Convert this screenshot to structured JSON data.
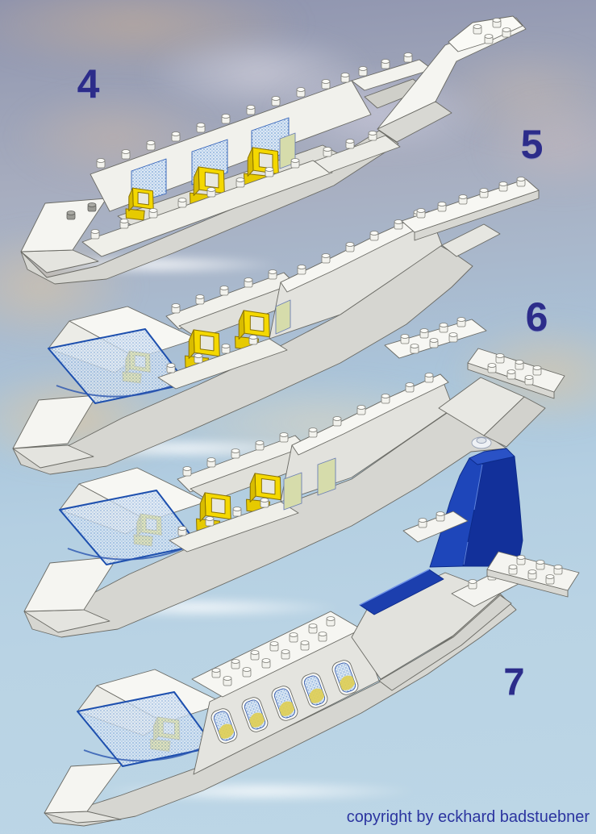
{
  "steps": [
    {
      "number": "4"
    },
    {
      "number": "5"
    },
    {
      "number": "6"
    },
    {
      "number": "7"
    }
  ],
  "footer": {
    "copyright": "copyright by eckhard badstuebner"
  },
  "colors": {
    "sky_top": "#8e93ae",
    "sky_bottom": "#bcd6e6",
    "cloud_orange": "#ecc694",
    "step_number": "#2c2c8a",
    "copyright_text": "#2c35a0",
    "brick_white": "#f5f5f1",
    "brick_light_gray": "#e4e4df",
    "brick_mid_gray": "#d6d6d1",
    "seat_yellow": "#f4d800",
    "window_glass_blue": "#dce8f4",
    "window_frame_blue": "#2f5fb8",
    "tail_fin_blue": "#1c3fae",
    "nose_stud_gray": "#9a9a94"
  }
}
